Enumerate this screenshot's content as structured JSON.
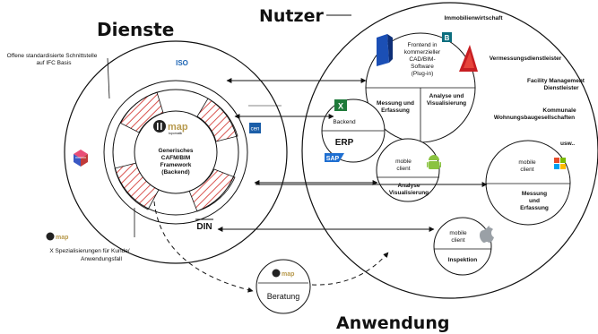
{
  "titles": {
    "dienste": "Dienste",
    "nutzer": "Nutzer",
    "anwendung": "Anwendung"
  },
  "left": {
    "schnittstelle_line1": "Offene standardisierte Schnittstelle",
    "schnittstelle_line2": "auf IFC Basis",
    "spezial_line1": "X Spezialisierungen für Kunde/",
    "spezial_line2": "Anwendungsfall",
    "iso": "ISO",
    "cen": "cen",
    "din": "DIN"
  },
  "core": {
    "logo_text": "map",
    "logo_sub": "topomatik",
    "line1": "Generisches",
    "line2": "CAFM/BIM",
    "line3": "Framework",
    "line4": "(Backend)"
  },
  "beratung": {
    "label": "Beratung",
    "logo_text": "map"
  },
  "users": {
    "immobilien": "Immobilienwirtschaft",
    "vermessung": "Vermessungsdienstleister",
    "facility_line1": "Facility Management",
    "facility_line2": "Dienstleister",
    "kommunale_line1": "Kommunale",
    "kommunale_line2": "Wohnungsbaugesellschaften",
    "usw": "usw.."
  },
  "frontend": {
    "line1": "Frontend in",
    "line2": "kommerzieller",
    "line3": "CAD/BIM-",
    "line4": "Software",
    "line5": "(Plug-in)",
    "messung_line1": "Messung und",
    "messung_line2": "Erfassung",
    "analyse_line1": "Analyse und",
    "analyse_line2": "Visualisierung"
  },
  "erp": {
    "backend": "Backend",
    "label": "ERP",
    "sap": "SAP"
  },
  "mobile_analyse": {
    "line1": "moble",
    "line2": "client",
    "title_line1": "Analyse",
    "title_line2": "Visualisierung"
  },
  "mobile_windows": {
    "line1": "mobile",
    "line2": "client",
    "title_line1": "Messung",
    "title_line2": "und",
    "title_line3": "Erfassung"
  },
  "mobile_apple": {
    "line1": "mobile",
    "line2": "client",
    "title": "Inspektion"
  },
  "colors": {
    "line": "#111111",
    "hatch": "#d9534f",
    "excel": "#1f7a3a",
    "sap": "#1f6fd1",
    "android": "#8ac340",
    "iso": "#1c64b4",
    "cen": "#1b5ea8",
    "logo_gold": "#b89a4d"
  }
}
